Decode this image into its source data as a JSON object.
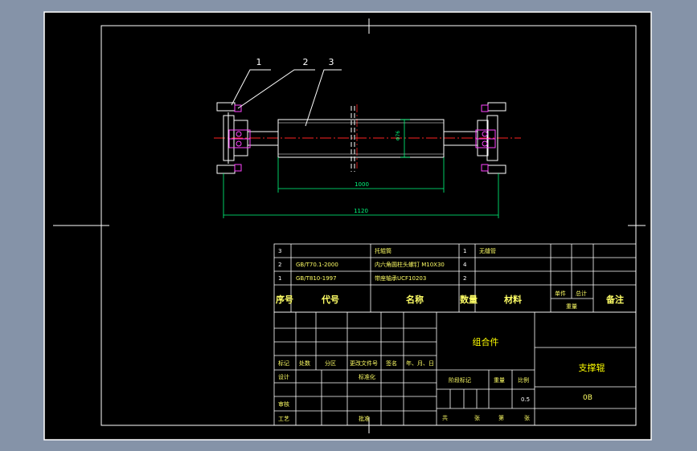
{
  "colors": {
    "background": "#8593a8",
    "sheet": "#000000",
    "frame": "#ffffff",
    "table_text": "#ffffff",
    "parts_text": "#ffff66",
    "title_text": "#ffff00",
    "dimension": "#00ff7f",
    "centerline": "#ff0000",
    "leader": "#ffffff",
    "bearing": "#ff00ff"
  },
  "drawing": {
    "balloons": [
      "1",
      "2",
      "3"
    ],
    "dimensions": {
      "roller_length": "1000",
      "overall_length": "1120",
      "diameter": "Φ76"
    }
  },
  "bom": {
    "rows": [
      {
        "seq": "3",
        "code": "",
        "name": "托辊筒",
        "qty": "1",
        "material": "无缝管"
      },
      {
        "seq": "2",
        "code": "GB/T70.1-2000",
        "name": "内六角圆柱头螺钉 M10X30",
        "qty": "4",
        "material": ""
      },
      {
        "seq": "1",
        "code": "GB/T810-1997",
        "name": "带座轴承UCF10203",
        "qty": "2",
        "material": ""
      }
    ],
    "header": {
      "seq": "序号",
      "code": "代号",
      "name": "名称",
      "qty": "数量",
      "material": "材料",
      "unit": "单件",
      "total": "总计",
      "weight": "重量",
      "remarks": "备注"
    }
  },
  "title_block": {
    "rev_headers": [
      "标记",
      "处数",
      "分区",
      "更改文件号",
      "签名",
      "年、月、日"
    ],
    "design": "设计",
    "standardization": "标准化",
    "review": "审核",
    "process": "工艺",
    "approve": "批准",
    "assembly": "组合件",
    "stage_mark": "阶段标记",
    "weight": "重量",
    "scale": "比例",
    "scale_value": "0.5",
    "sheets_total": "共",
    "sheets_unit": "张",
    "sheet_no": "第",
    "sheet_unit": "张",
    "drawing_name": "支撑辊",
    "drawing_code": "0B"
  }
}
